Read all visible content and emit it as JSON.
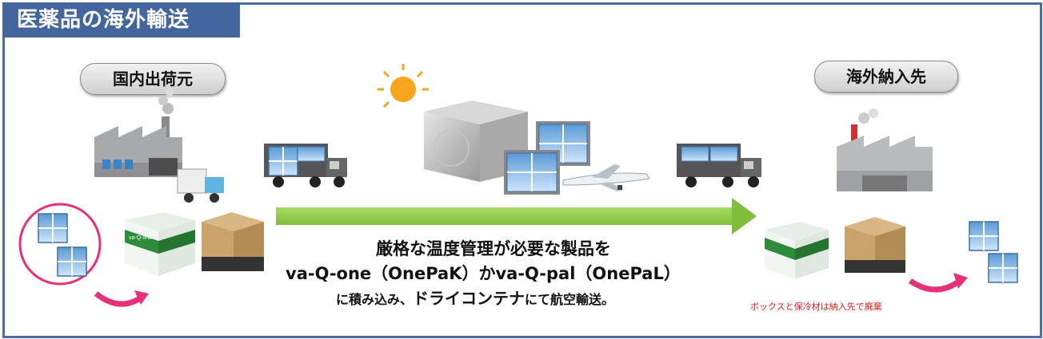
{
  "title": "医薬品の海外輸送",
  "labels": {
    "origin": "国内出荷元",
    "destination": "海外納入先"
  },
  "caption": {
    "line1": "厳格な温度管理が必要な製品を",
    "line2": "va-Q-one（OnePaK）かva-Q-pal（OnePaL）",
    "line3_a": "に積み込み、",
    "line3_b": "ドライコンテナ",
    "line3_c": "にて航空輸送。"
  },
  "note": "ボックスと保冷材は納入先で廃棄",
  "products": {
    "box_brand": "va-Q-one"
  },
  "colors": {
    "frame": "#4a6ea5",
    "title_bg": "#44669e",
    "arrow": "#8fcc4a",
    "accent_pink": "#e6307a",
    "note": "#e01b1b",
    "green_box": "#2e8b3a",
    "kraft": "#c9a36b"
  },
  "icons": [
    "factory-icon",
    "truck-icon",
    "sun-icon",
    "container-icon",
    "airplane-icon",
    "package-icon"
  ]
}
